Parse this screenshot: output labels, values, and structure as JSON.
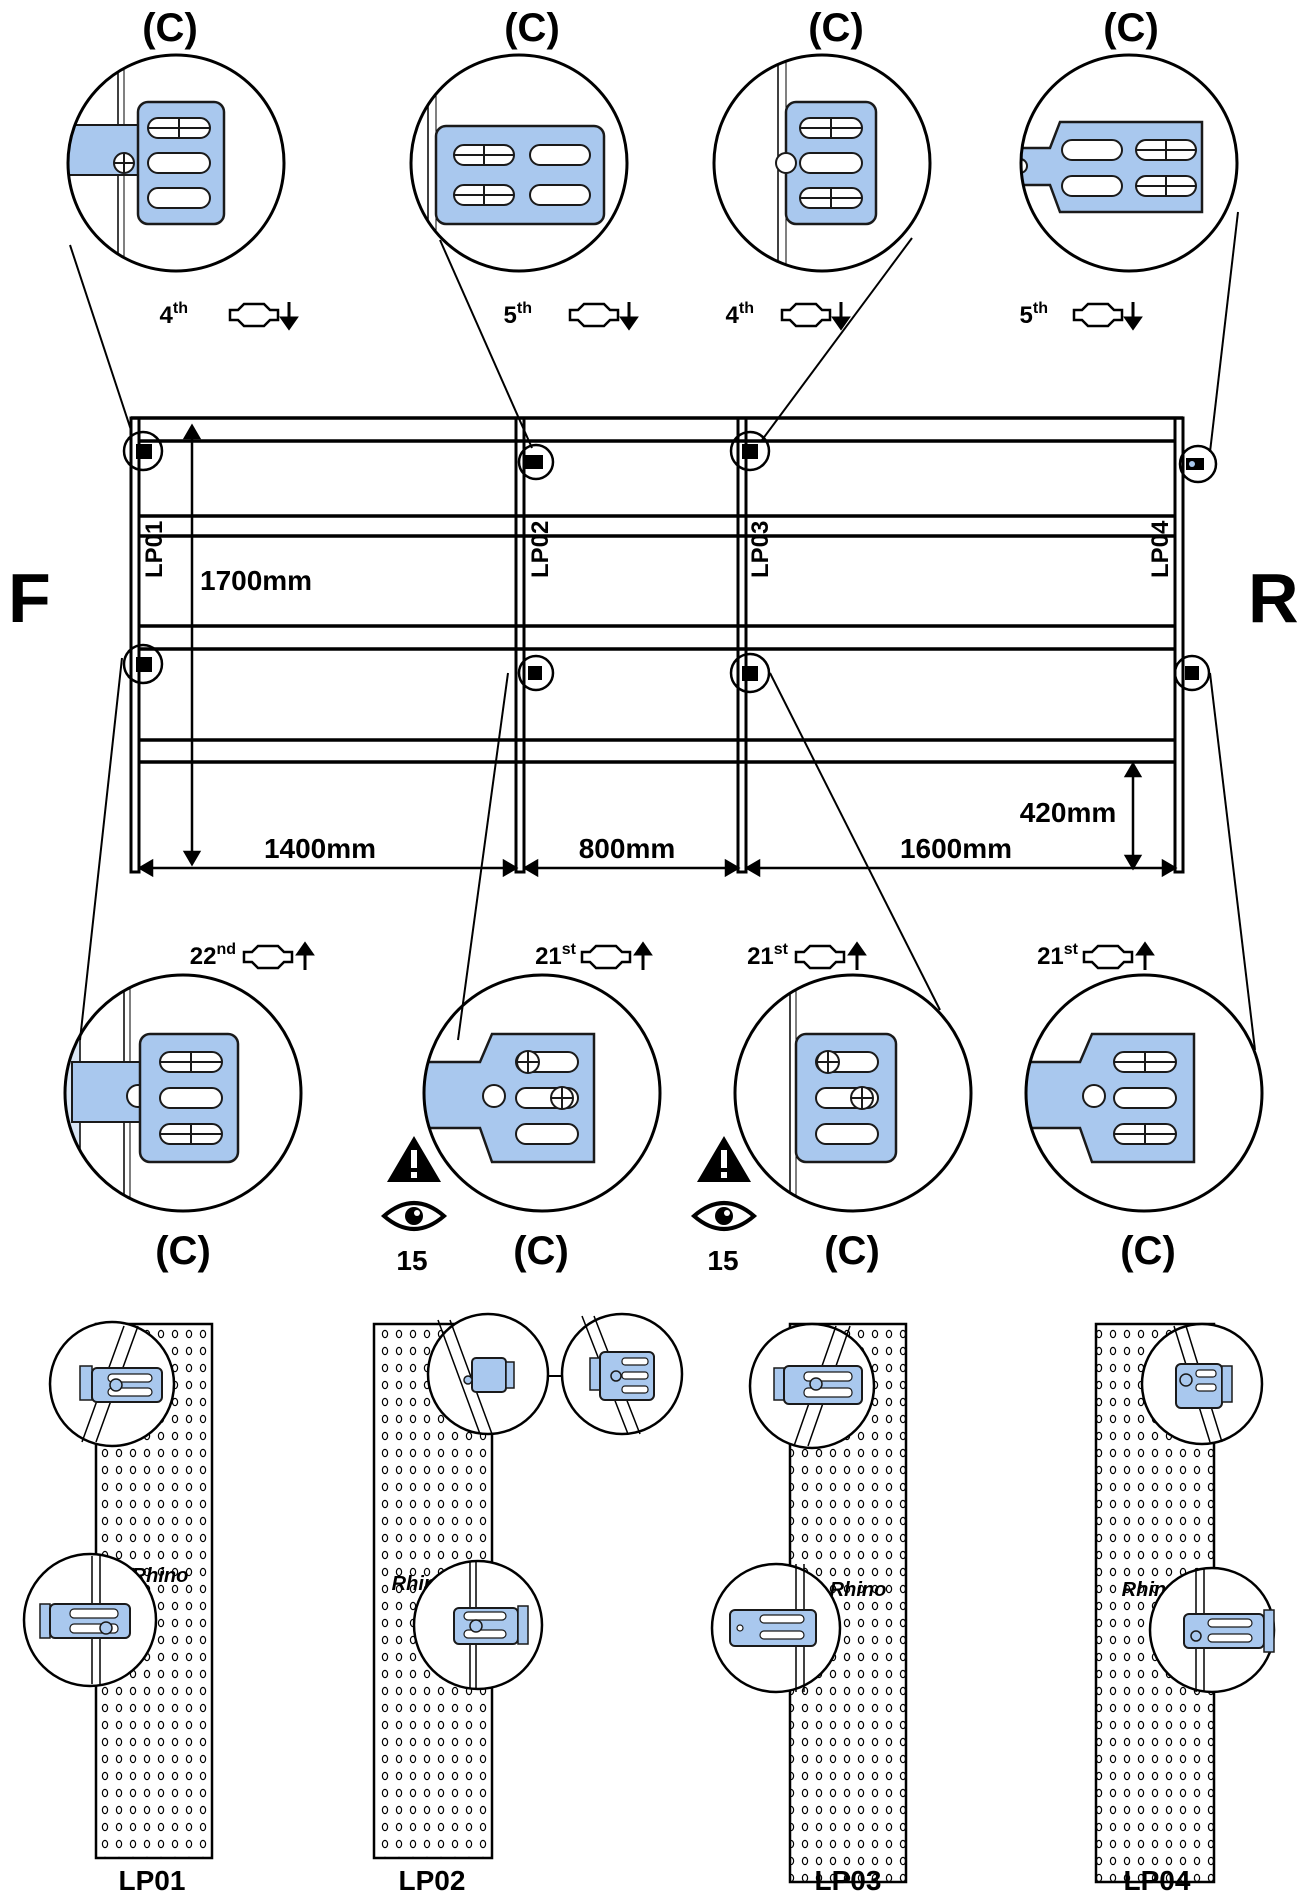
{
  "labels": {
    "detail_marker": "(C)",
    "front": "F",
    "rear": "R",
    "warning_count": "15"
  },
  "dimensions": {
    "height": "1700mm",
    "bay1_width": "1400mm",
    "bay2_width": "800mm",
    "bay3_width": "1600mm",
    "bottom_clearance": "420mm"
  },
  "posts": [
    "LP01",
    "LP02",
    "LP03",
    "LP04"
  ],
  "top_details": [
    {
      "num": "4",
      "suffix": "th",
      "direction": "down"
    },
    {
      "num": "5",
      "suffix": "th",
      "direction": "down"
    },
    {
      "num": "4",
      "suffix": "th",
      "direction": "down"
    },
    {
      "num": "5",
      "suffix": "th",
      "direction": "down"
    }
  ],
  "bottom_details": [
    {
      "num": "22",
      "suffix": "nd",
      "direction": "up"
    },
    {
      "num": "21",
      "suffix": "st",
      "direction": "up"
    },
    {
      "num": "21",
      "suffix": "st",
      "direction": "up"
    },
    {
      "num": "21",
      "suffix": "st",
      "direction": "up"
    }
  ],
  "brand_mark": "Rhino",
  "colors": {
    "line": "#000000",
    "connector_blue": "#a9c8ee",
    "connector_edge": "#1a1a1a",
    "post_shade": "#d9e6f5",
    "background": "#ffffff"
  },
  "icons": [
    "warning-triangle-icon",
    "eye-icon",
    "hole-slot-icon",
    "arrow-down-icon",
    "arrow-up-icon"
  ]
}
